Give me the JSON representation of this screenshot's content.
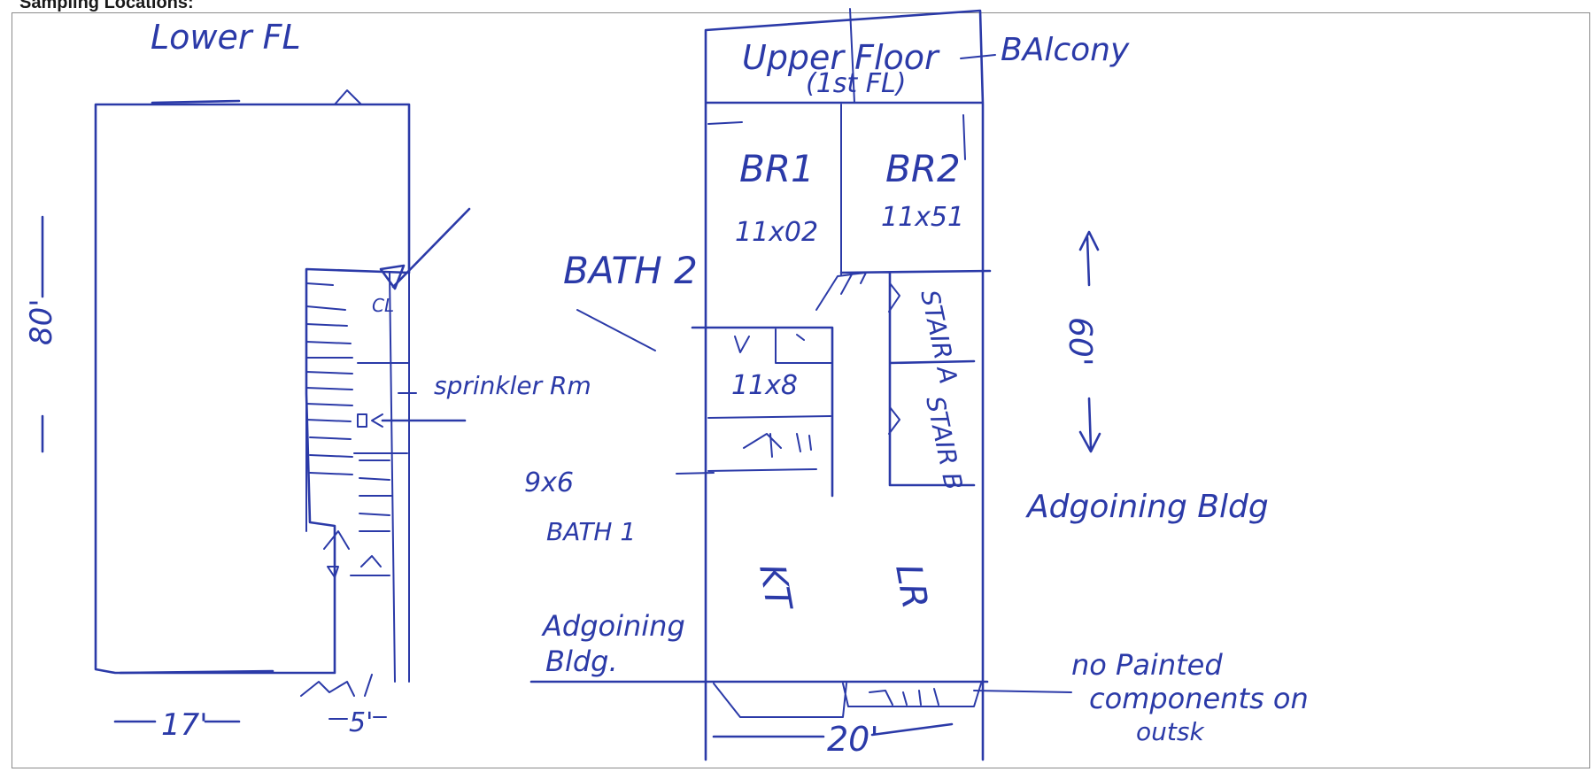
{
  "header": {
    "title": "Sampling Locations:"
  },
  "sketch": {
    "ink_color": "#2b3aa8",
    "lower_floor": {
      "title": "Lower FL",
      "length_dim": "80'",
      "width_dim": "17'",
      "side_dim": "5'",
      "cl_label": "CL",
      "sprinkler_label": "sprinkler Rm"
    },
    "upper_floor": {
      "title": "Upper Floor",
      "subtitle": "(1st FL)",
      "balcony": "BAlcony",
      "br1": "BR1",
      "br1_size": "11x02",
      "br2": "BR2",
      "br2_size": "11x51",
      "bath2": "BATH 2",
      "bath2_size": "11x8",
      "bath1": "BATH 1",
      "bath1_size": "9x6",
      "stair_a": "STAIR A",
      "stair_b": "STAIR B",
      "kt": "KT",
      "lr": "LR",
      "length_dim": "60'",
      "width_dim": "20'",
      "adjoining_left": [
        "Adgoining",
        "Bldg."
      ],
      "adjoining_right": "Adgoining Bldg",
      "note": [
        "no Painted",
        "components on",
        "outsk"
      ]
    }
  }
}
